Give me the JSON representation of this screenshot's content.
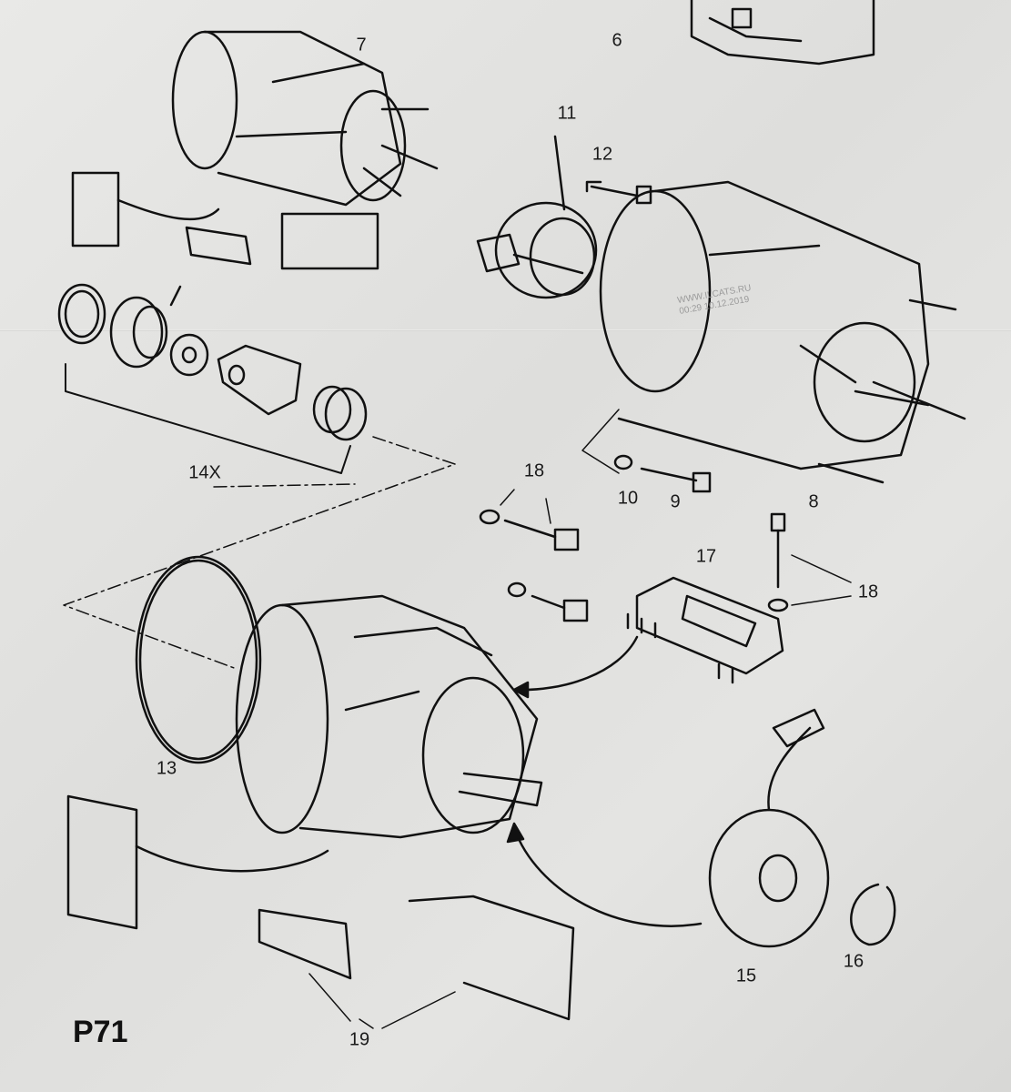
{
  "diagram": {
    "page_code": "P71",
    "watermark": {
      "site": "WWW.ILCATS.RU",
      "timestamp": "00:29 10.12.2019"
    },
    "callouts": [
      {
        "id": "7",
        "label": "7"
      },
      {
        "id": "6",
        "label": "6"
      },
      {
        "id": "11",
        "label": "11"
      },
      {
        "id": "12",
        "label": "12"
      },
      {
        "id": "14X",
        "label": "14X"
      },
      {
        "id": "18a",
        "label": "18"
      },
      {
        "id": "10",
        "label": "10"
      },
      {
        "id": "9",
        "label": "9"
      },
      {
        "id": "8",
        "label": "8"
      },
      {
        "id": "17",
        "label": "17"
      },
      {
        "id": "18b",
        "label": "18"
      },
      {
        "id": "13",
        "label": "13"
      },
      {
        "id": "15",
        "label": "15"
      },
      {
        "id": "16",
        "label": "16"
      },
      {
        "id": "19",
        "label": "19"
      }
    ]
  }
}
